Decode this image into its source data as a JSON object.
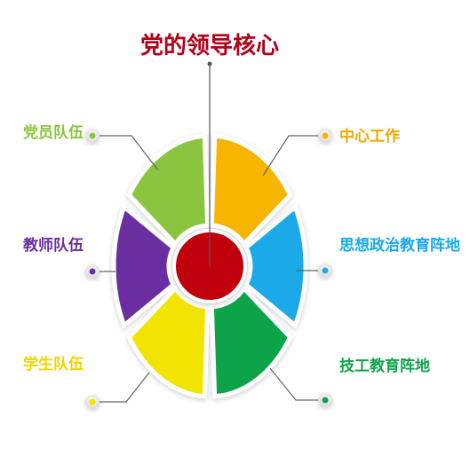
{
  "title": "党的领导核心",
  "center": {
    "color": "#c0000a"
  },
  "segments": [
    {
      "label": "中心工作",
      "color": "#f7b500",
      "label_color": "#f0a800"
    },
    {
      "label": "思想政治教育阵地",
      "color": "#1aa9e8",
      "label_color": "#1aa9e8"
    },
    {
      "label": "技工教育阵地",
      "color": "#11a34a",
      "label_color": "#11a34a"
    },
    {
      "label": "学生队伍",
      "color": "#f2e400",
      "label_color": "#f2d300"
    },
    {
      "label": "教师队伍",
      "color": "#6b2fa0",
      "label_color": "#6b2fa0"
    },
    {
      "label": "党员队伍",
      "color": "#8bc53f",
      "label_color": "#8bc53f"
    }
  ]
}
